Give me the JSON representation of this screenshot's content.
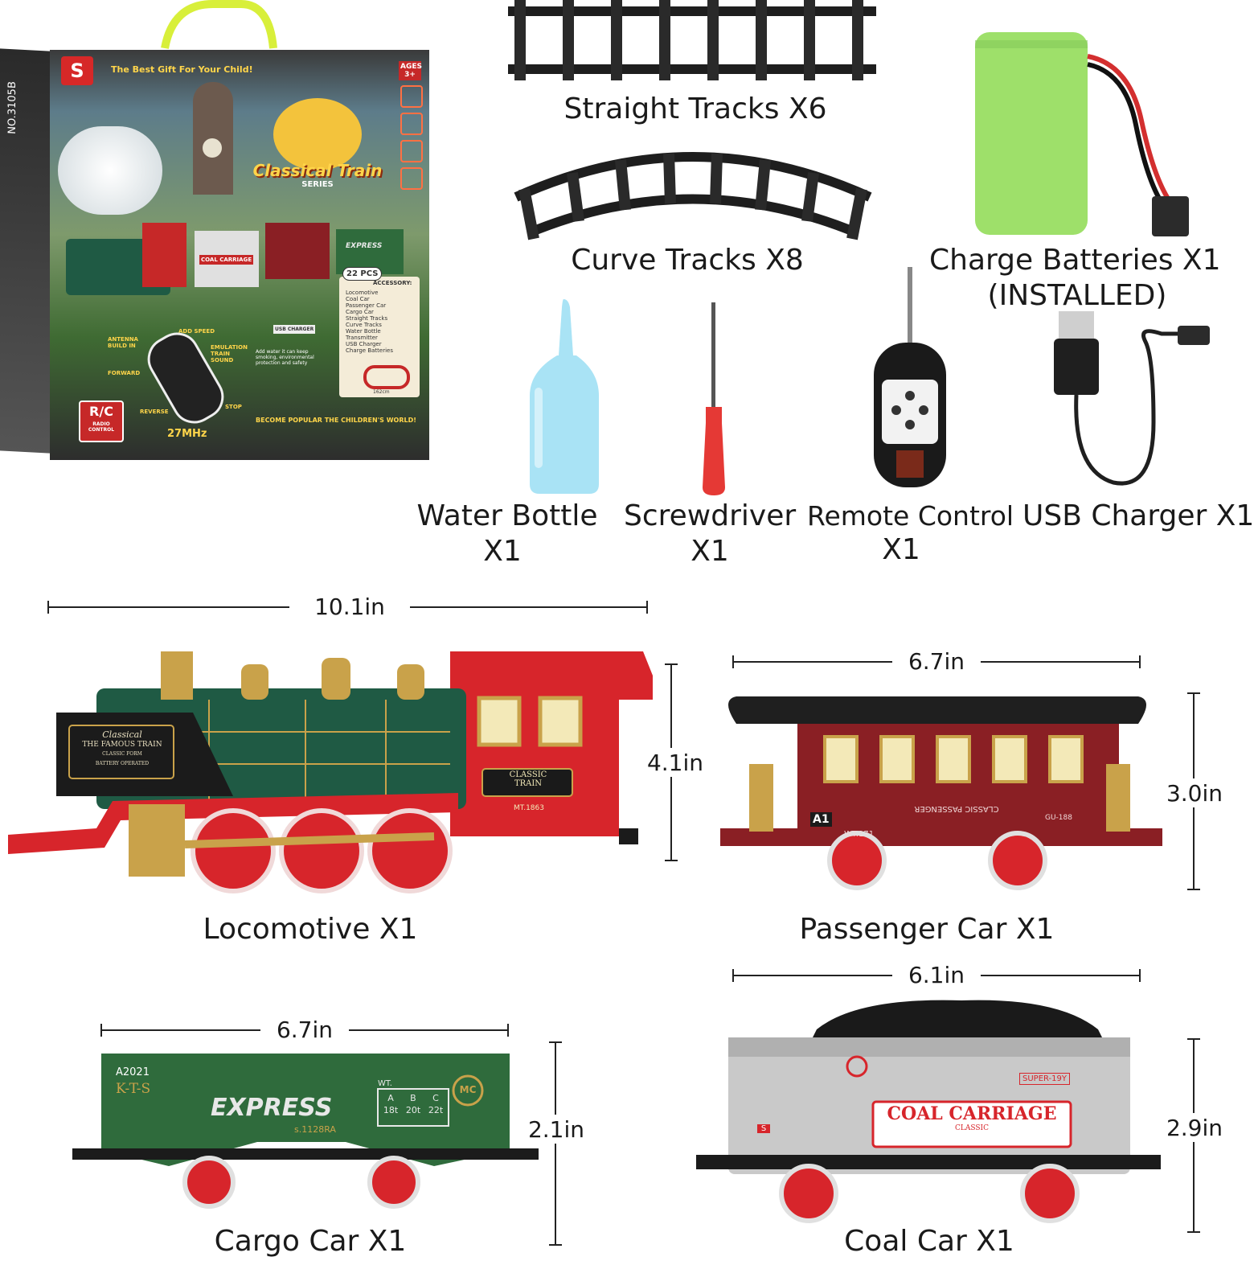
{
  "box": {
    "tagline": "The Best Gift For Your Child!",
    "ages": "AGES 3+",
    "series_title": "Classical Train",
    "series_sub": "SERIES",
    "pcs": "22 PCS",
    "accessory_title": "ACCESSORY:",
    "accessory_items": [
      "Locomotive",
      "Coal Car",
      "Passenger Car",
      "Cargo Car",
      "Straight Tracks",
      "Curve Tracks",
      "Water Bottle",
      "Transmitter",
      "USB Charger",
      "Charge Batteries"
    ],
    "rc_main": "R/C",
    "rc_sub": "RADIO CONTROL",
    "frequency": "27MHz",
    "slogan": "BECOME POPULAR THE CHILDREN'S WORLD!",
    "car_label": "COAL CARRIAGE",
    "express_label": "EXPRESS",
    "callouts": [
      "ANTENNA BUILD IN",
      "ADD SPEED",
      "EMULATION TRAIN SOUND",
      "FORWARD",
      "REVERSE",
      "STOP"
    ],
    "usb_label": "USB CHARGER",
    "water_note": "Add water it can keep smoking, environmental protection and safety",
    "track_size": "162cm",
    "side_number": "NO.3105B"
  },
  "parts": {
    "straight": "Straight Tracks  X6",
    "curve": "Curve Tracks  X8",
    "battery_1": "Charge Batteries X1",
    "battery_2": "(INSTALLED)",
    "water_1": "Water Bottle",
    "water_2": "X1",
    "screw_1": "Screwdriver",
    "screw_2": "X1",
    "remote_1": "Remote Control",
    "remote_2": "X1",
    "usb": "USB Charger X1"
  },
  "cars": {
    "loco_label": "Locomotive X1",
    "loco_width": "10.1in",
    "loco_height": "4.1in",
    "loco_plate_1": "Classical",
    "loco_plate_2": "THE FAMOUS TRAIN",
    "loco_plate_3": "CLASSIC FORM",
    "loco_plate_4": "BATTERY OPERATED",
    "loco_badge_1": "CLASSIC",
    "loco_badge_2": "TRAIN",
    "loco_num": "MT.1863",
    "passenger_label": "Passenger Car  X1",
    "passenger_width": "6.7in",
    "passenger_height": "3.0in",
    "passenger_code": "A1",
    "passenger_side": "CLASSIC PASSENGER",
    "passenger_num": "WT.171",
    "passenger_id": "GU-188",
    "cargo_label": "Cargo Car X1",
    "cargo_width": "6.7in",
    "cargo_height": "2.1in",
    "cargo_num": "A2021",
    "cargo_kts": "K-T-S",
    "cargo_express": "EXPRESS",
    "cargo_sub": "s.1128RA",
    "cargo_wt": "WT.",
    "cargo_table_head": [
      "A",
      "B",
      "C"
    ],
    "cargo_table_vals": [
      "18t",
      "20t",
      "22t"
    ],
    "cargo_mc": "MC",
    "coal_label": "Coal Car X1",
    "coal_width": "6.1in",
    "coal_height": "2.9in",
    "coal_plate": "COAL CARRIAGE",
    "coal_plate_sub": "CLASSIC",
    "coal_tag": "SUPER-19Y",
    "coal_s": "S"
  },
  "colors": {
    "loco_green": "#1f5a44",
    "loco_red": "#d7252b",
    "gold": "#c9a24a",
    "passenger_red": "#8a1f24",
    "cargo_green": "#2f6b3c",
    "coal_silver": "#c9c9c9",
    "battery_green": "#9ee06a",
    "bottle_blue": "#a9e3f5",
    "handle_yellow": "#d8ef3a"
  }
}
